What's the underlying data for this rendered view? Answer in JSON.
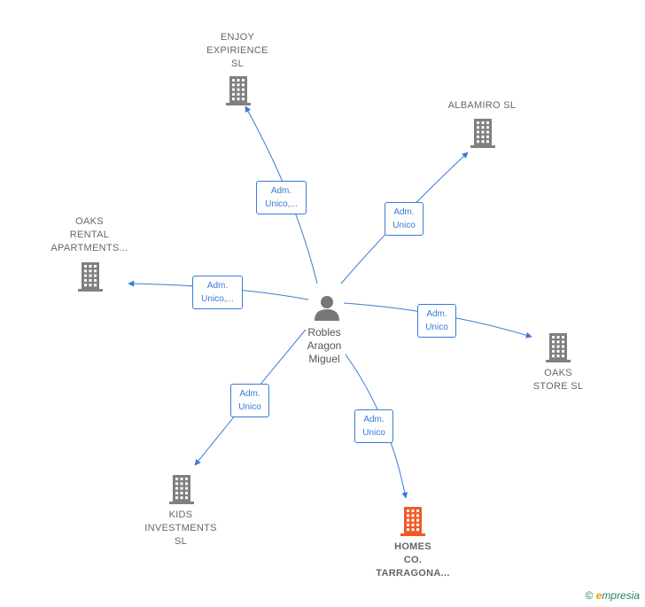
{
  "center": {
    "name": "Robles\nAragon\nMiguel",
    "icon": "person-icon"
  },
  "companies": [
    {
      "id": "enjoy",
      "label": "ENJOY\nEXPIRIENCE\nSL",
      "icon": "building-icon",
      "color": "#808080"
    },
    {
      "id": "albamiro",
      "label": "ALBAMIRO  SL",
      "icon": "building-icon",
      "color": "#808080"
    },
    {
      "id": "oaks-rental",
      "label": "OAKS\nRENTAL\nAPARTMENTS...",
      "icon": "building-icon",
      "color": "#808080"
    },
    {
      "id": "oaks-store",
      "label": "OAKS\nSTORE  SL",
      "icon": "building-icon",
      "color": "#808080"
    },
    {
      "id": "kids",
      "label": "KIDS\nINVESTMENTS\nSL",
      "icon": "building-icon",
      "color": "#808080"
    },
    {
      "id": "homes",
      "label": "HOMES\nCO.\nTARRAGONA...",
      "icon": "building-icon",
      "color": "#f05a28"
    }
  ],
  "edges": [
    {
      "to": "enjoy",
      "label": "Adm.\nUnico,..."
    },
    {
      "to": "albamiro",
      "label": "Adm.\nUnico"
    },
    {
      "to": "oaks-rental",
      "label": "Adm.\nUnico,..."
    },
    {
      "to": "oaks-store",
      "label": "Adm.\nUnico"
    },
    {
      "to": "kids",
      "label": "Adm.\nUnico"
    },
    {
      "to": "homes",
      "label": "Adm.\nUnico"
    }
  ],
  "colors": {
    "edge": "#3a7bd5",
    "building_default": "#808080",
    "building_highlight": "#f05a28"
  },
  "footer": {
    "copyright": "©",
    "brand_e": "e",
    "brand_rest": "mpresia"
  }
}
